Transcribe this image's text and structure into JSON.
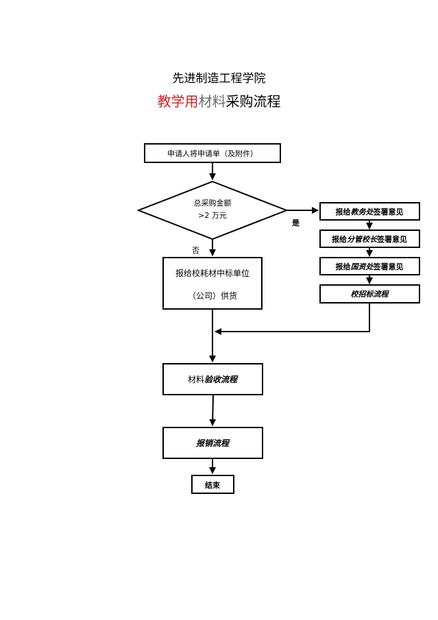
{
  "header": {
    "line1": "先进制造工程学院",
    "title_part1": "教学用",
    "title_part2": "材料",
    "title_part3": "采购流程"
  },
  "nodes": {
    "apply": "申请人将申请单（及附件）",
    "decision_line1": "总采购金额",
    "decision_line2": ">2 万元",
    "yes_label": "是",
    "no_label": "否",
    "supplier_line1": "报给校耗材中标单位",
    "supplier_line2": "（公司）供货",
    "r1_prefix": "报给",
    "r1_em": "教务处",
    "r1_suffix": "签署意见",
    "r2_prefix": "报给",
    "r2_em": "分管校长",
    "r2_suffix": "签署意见",
    "r3_prefix": "报给",
    "r3_em": "国资处",
    "r3_suffix": "签署意见",
    "r4": "校招标流程",
    "acceptance_prefix": "材料",
    "acceptance_em": "验收流程",
    "reimburse": "报销流程",
    "end": "结束"
  }
}
